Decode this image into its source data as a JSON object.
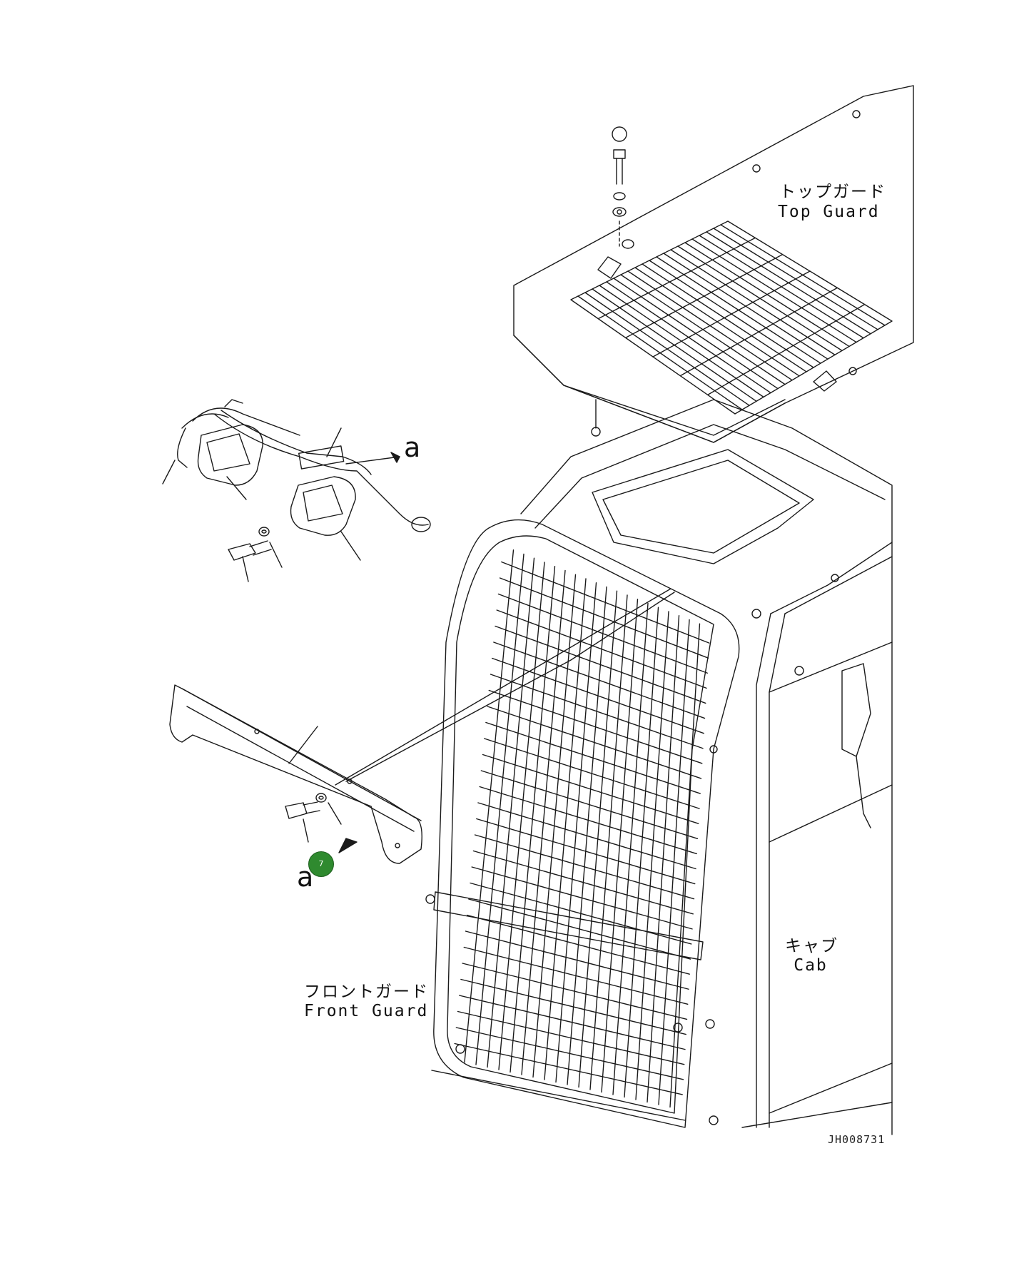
{
  "labels": {
    "top_guard_jp": "トップガード",
    "top_guard_en": "Top Guard",
    "cab_jp": "キャブ",
    "cab_en": "Cab",
    "front_guard_jp": "フロントガード",
    "front_guard_en": "Front Guard",
    "ref_a_upper": "a",
    "ref_a_lower": "a",
    "drawing_code": "JH008731"
  },
  "callout": {
    "number": "7",
    "color": "#2f8a2f"
  },
  "colors": {
    "line": "#1a1a1a",
    "background": "#ffffff",
    "watermark": "#9a9a9a"
  }
}
